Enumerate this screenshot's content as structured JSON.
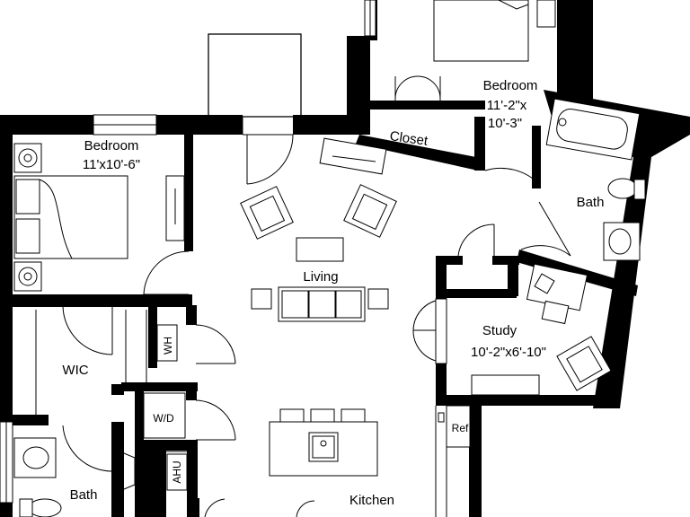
{
  "rooms": {
    "bedroom_upper": {
      "name": "Bedroom",
      "dim_line1": "11'-2\"x",
      "dim_line2": "10'-3\""
    },
    "closet": {
      "name": "Closet"
    },
    "bedroom_left": {
      "name": "Bedroom",
      "dims": "11'x10'-6\""
    },
    "living": {
      "name": "Living"
    },
    "bath_right": {
      "name": "Bath"
    },
    "study": {
      "name": "Study",
      "dims": "10'-2\"x6'-10\""
    },
    "wic": {
      "name": "WIC"
    },
    "wh": {
      "name": "WH"
    },
    "wd": {
      "name": "W/D"
    },
    "ahu": {
      "name": "AHU"
    },
    "ref": {
      "name": "Ref"
    },
    "bath_left": {
      "name": "Bath"
    },
    "kitchen": {
      "name": "Kitchen"
    }
  }
}
